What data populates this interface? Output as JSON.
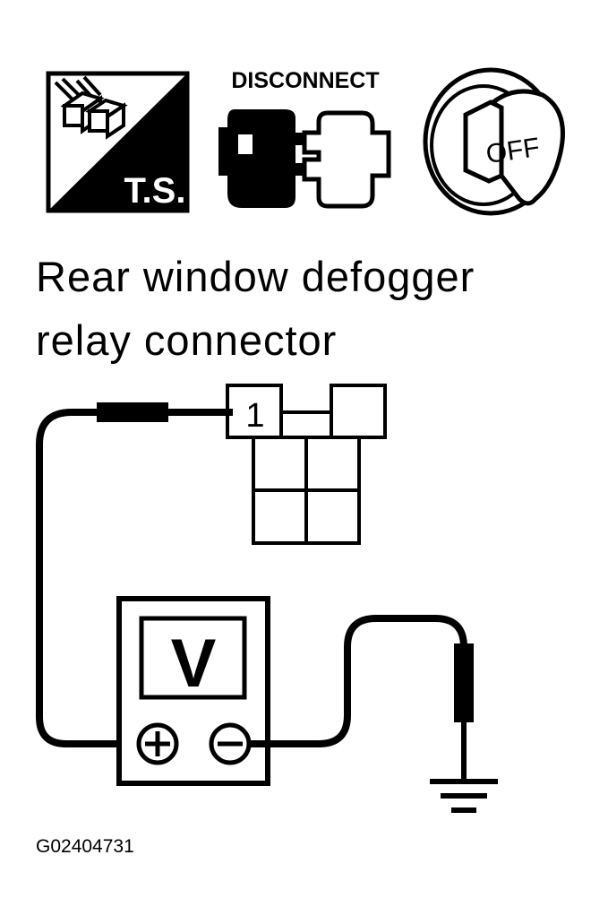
{
  "icons": {
    "ts": {
      "icon": "ts-icon",
      "label": "T.S."
    },
    "disconnect": {
      "icon": "disconnect-icon",
      "label": "DISCONNECT"
    },
    "key_off": {
      "icon": "ignition-key-off-icon",
      "label": "OFF"
    }
  },
  "caption": {
    "line1": "Rear window defogger",
    "line2": "relay connector"
  },
  "connector": {
    "terminal_label": "1"
  },
  "meter": {
    "display": "V",
    "positive_icon": "plus-icon",
    "negative_icon": "minus-icon"
  },
  "ground": {
    "icon": "ground-icon"
  },
  "figure_id": "G02404731",
  "colors": {
    "ink": "#000000",
    "paper": "#ffffff"
  }
}
